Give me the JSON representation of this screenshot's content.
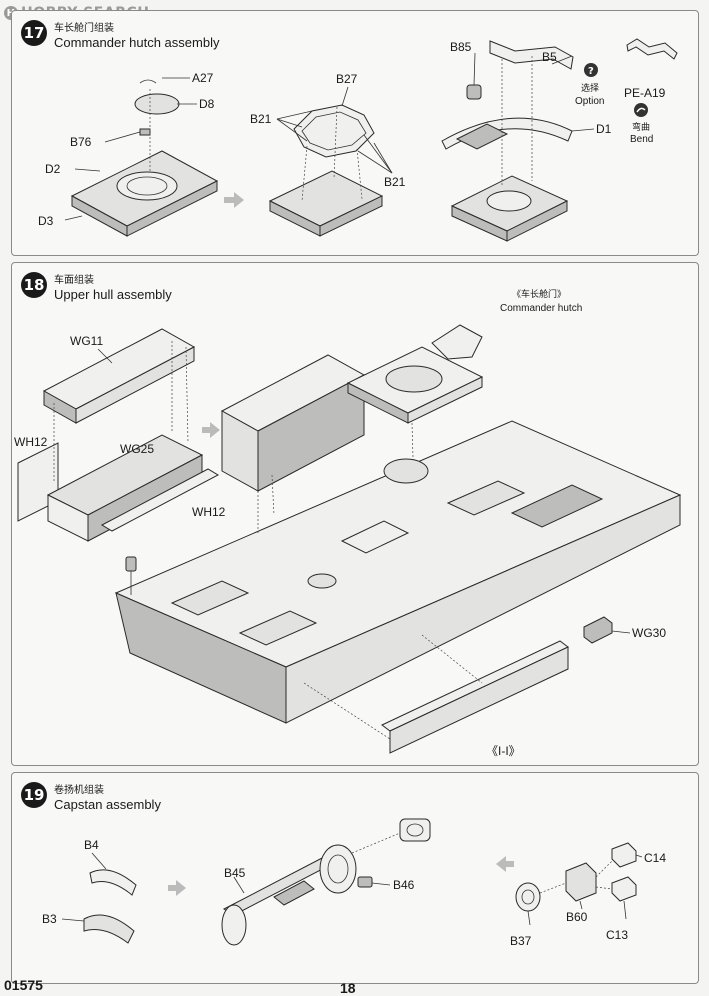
{
  "watermark": {
    "logo": "H",
    "text": "HOBBY SEARCH"
  },
  "steps": [
    {
      "number": "17",
      "title_cn": "车长舱门组装",
      "title_en": "Commander hutch assembly",
      "labels": {
        "a27": "A27",
        "d8": "D8",
        "b76": "B76",
        "d2": "D2",
        "d3": "D3",
        "b27": "B27",
        "b21_left": "B21",
        "b21_right": "B21",
        "b85": "B85",
        "b5": "B5",
        "d1": "D1",
        "option_cn": "选择",
        "option_en": "Option",
        "pe_a19": "PE-A19",
        "bend_cn": "弯曲",
        "bend_en": "Bend"
      }
    },
    {
      "number": "18",
      "title_cn": "车面组装",
      "title_en": "Upper hull assembly",
      "labels": {
        "hutch_cn": "《车长舱门》",
        "hutch_en": "Commander hutch",
        "wg11": "WG11",
        "wh12_left": "WH12",
        "wg25": "WG25",
        "wh12_right": "WH12",
        "wg30": "WG30",
        "i_i": "《I-I》"
      }
    },
    {
      "number": "19",
      "title_cn": "卷扬机组装",
      "title_en": "Capstan assembly",
      "labels": {
        "b4": "B4",
        "b3": "B3",
        "b45": "B45",
        "b46": "B46",
        "c14": "C14",
        "b60": "B60",
        "c13": "C13",
        "b37": "B37"
      }
    }
  ],
  "footer": {
    "product_code": "01575",
    "page_number": "18"
  }
}
